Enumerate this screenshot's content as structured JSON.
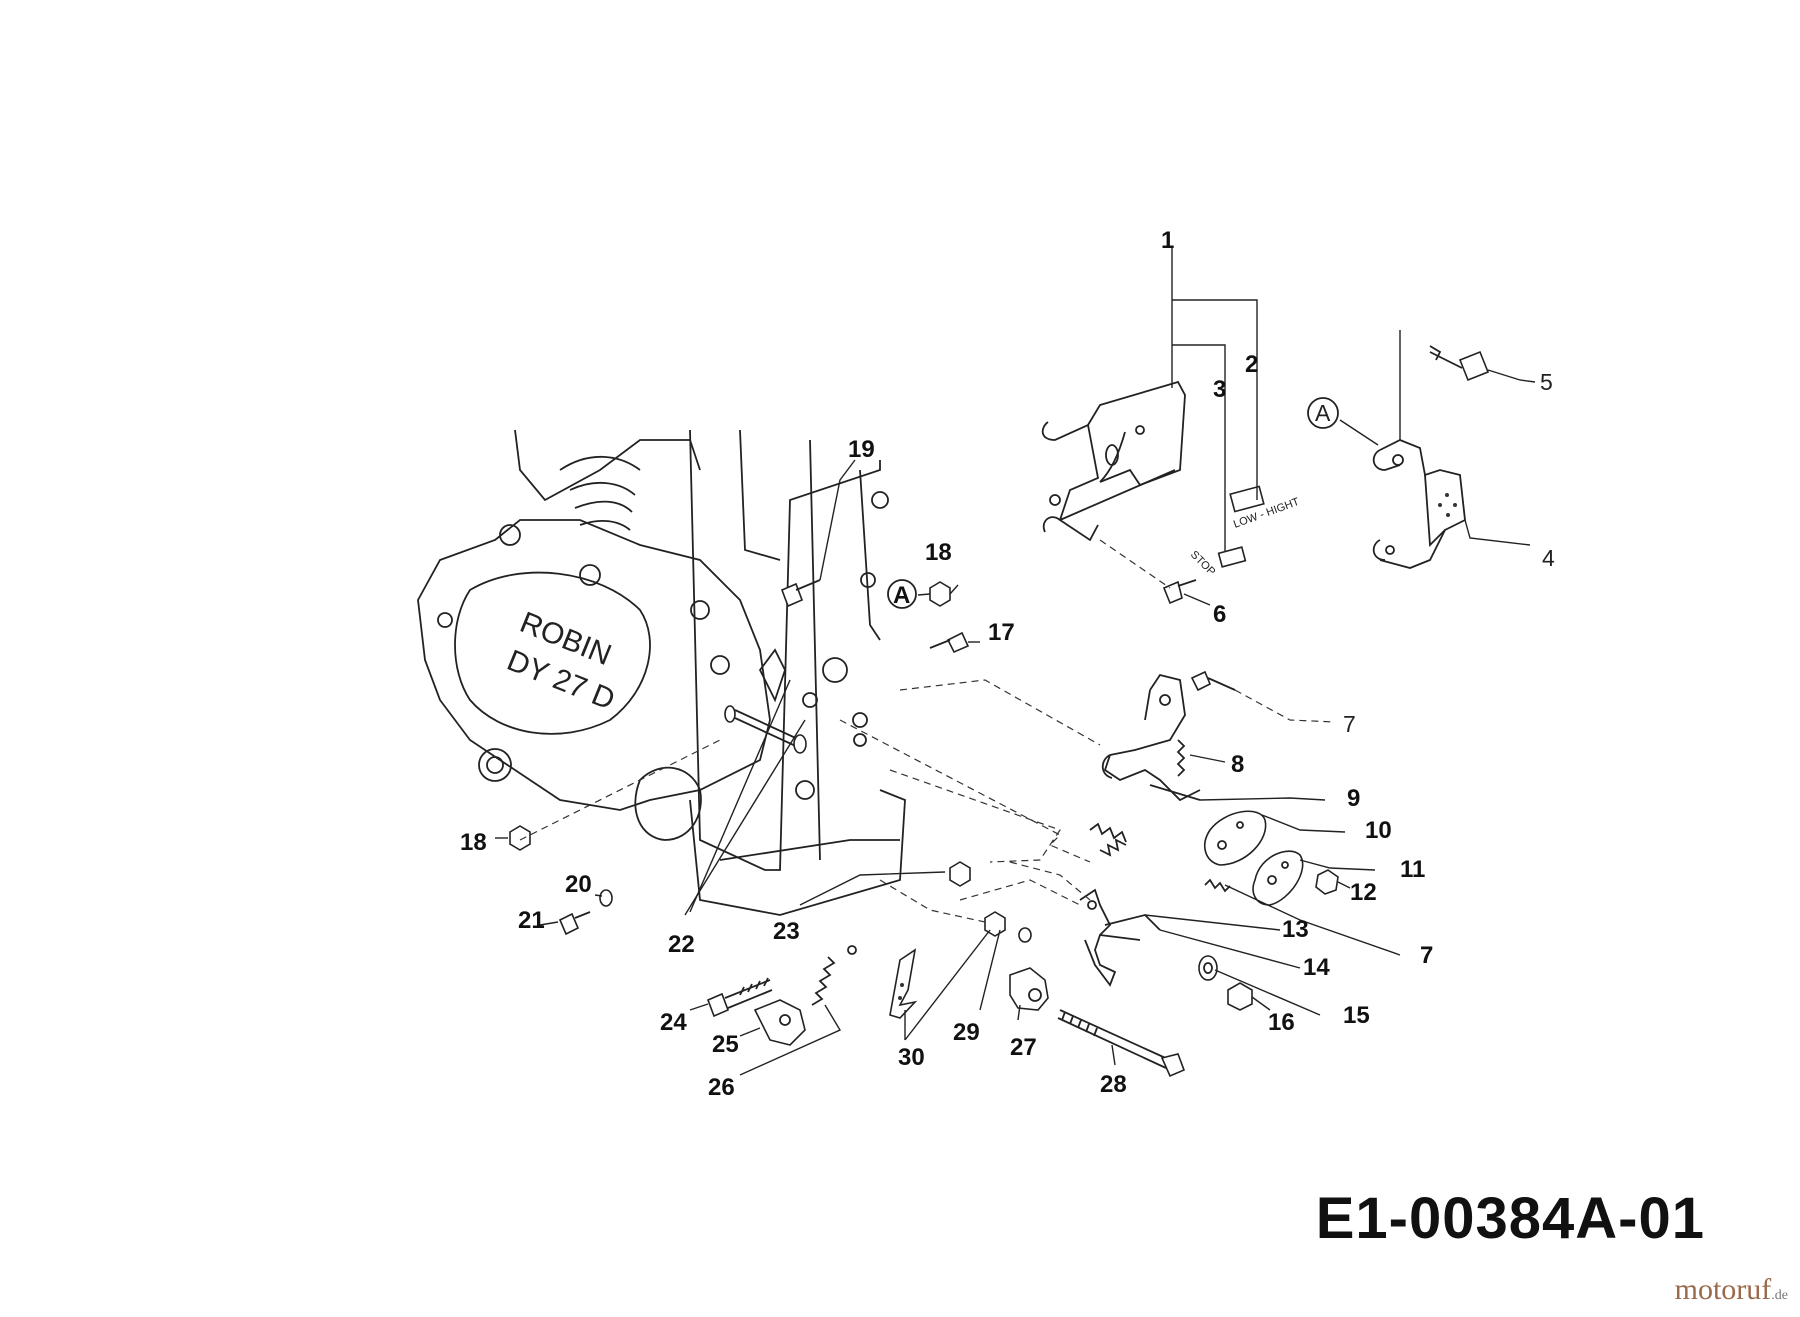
{
  "diagram": {
    "document_code": "E1-00384A-01",
    "watermark": {
      "name": "motoruf",
      "tld": ".de"
    },
    "engine_marking": {
      "line1": "ROBIN",
      "line2": "DY 27 D"
    },
    "bracket_markings": {
      "speed": "LOW - HIGHT",
      "stop": "STOP"
    },
    "reference_mark": "A",
    "callouts": [
      "1",
      "2",
      "3",
      "4",
      "5",
      "6",
      "7",
      "8",
      "9",
      "10",
      "11",
      "12",
      "13",
      "14",
      "15",
      "16",
      "17",
      "18",
      "19",
      "20",
      "21",
      "22",
      "23",
      "24",
      "25",
      "26",
      "27",
      "28",
      "29",
      "30"
    ]
  }
}
